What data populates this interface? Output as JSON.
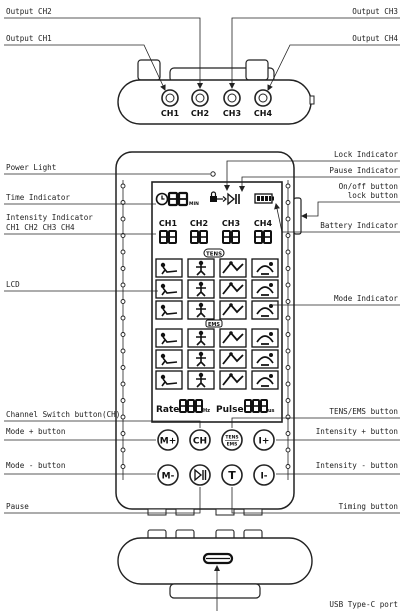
{
  "top_device": {
    "labels": {
      "output_ch2": "Output CH2",
      "output_ch3": "Output CH3",
      "output_ch1": "Output CH1",
      "output_ch4": "Output CH4"
    },
    "port_labels": [
      "CH1",
      "CH2",
      "CH3",
      "CH4"
    ]
  },
  "main_device": {
    "labels": {
      "lock_indicator": "Lock Indicator",
      "pause_indicator": "Pause Indicator",
      "power_light": "Power Light",
      "time_indicator": "Time Indicator",
      "onoff_button_1": "On/off button",
      "onoff_button_2": "lock button",
      "intensity_indicator_1": "Intensity Indicator",
      "intensity_indicator_2": "CH1 CH2 CH3 CH4",
      "battery_indicator": "Battery Indicator",
      "lcd": "LCD",
      "mode_indicator": "Mode Indicator",
      "channel_switch_button": "Channel Switch button(CH)",
      "tens_ems_button": "TENS/EMS button",
      "mode_plus_button": "Mode + button",
      "intensity_plus_button": "Intensity + button",
      "mode_minus_button": "Mode - button",
      "intensity_minus_button": "Intensity - button",
      "pause": "Pause",
      "timing_button": "Timing button"
    },
    "lcd": {
      "min_unit": "MIN",
      "channels": [
        "CH1",
        "CH2",
        "CH3",
        "CH4"
      ],
      "tens_tag": "TENS",
      "ems_tag": "EMS",
      "rate_label": "Rate",
      "rate_unit": "Hz",
      "pulse_label": "Pulse",
      "pulse_unit": "us"
    },
    "buttons": {
      "mode_plus": "M+",
      "ch": "CH",
      "tens_ems_top": "TENS",
      "tens_ems_bottom": "EMS",
      "intensity_plus": "I+",
      "mode_minus": "M-",
      "intensity_minus": "I-",
      "timing": "T"
    }
  },
  "bottom_device": {
    "labels": {
      "usb_port": "USB Type-C port"
    }
  }
}
